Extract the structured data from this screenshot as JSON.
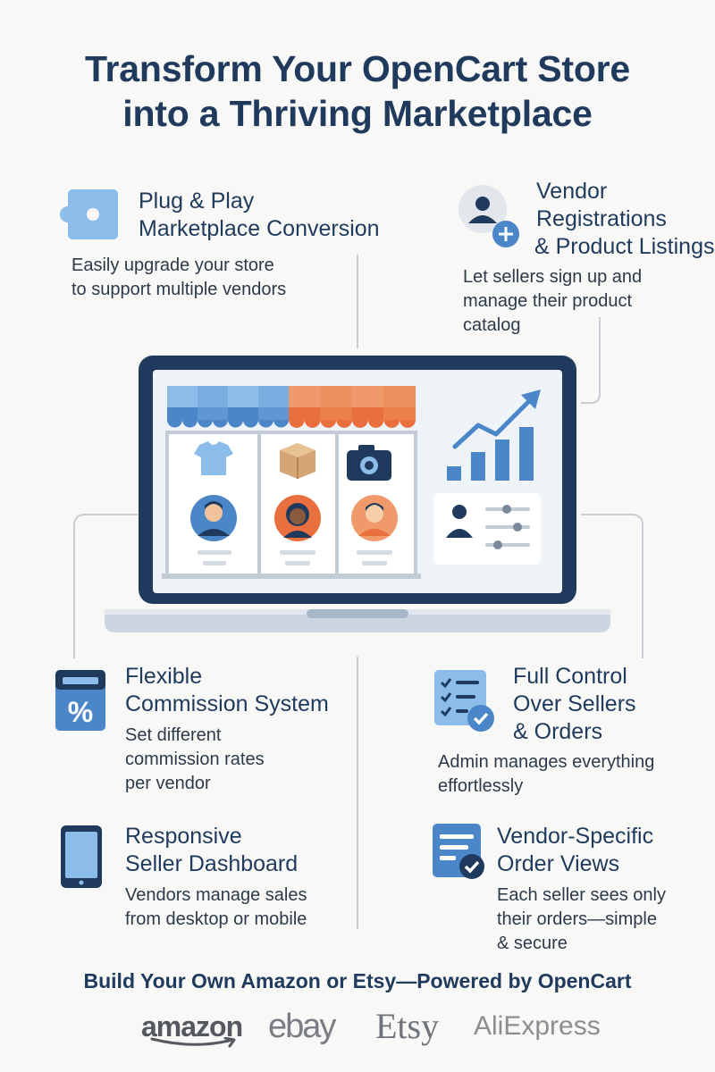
{
  "headline": {
    "line1": "Transform Your OpenCart Store",
    "line2": "into a Thriving Marketplace"
  },
  "features": {
    "plug_play": {
      "icon": "puzzle-icon",
      "title1": "Plug & Play",
      "title2": "Marketplace Conversion",
      "desc1": "Easily upgrade your store",
      "desc2": "to support multiple vendors"
    },
    "vendor_registration": {
      "icon": "user-add-icon",
      "title1": "Vendor",
      "title2": "Registrations",
      "title3": "& Product Listings",
      "desc1": "Let sellers sign up and",
      "desc2": "manage their product",
      "desc3": "catalog"
    },
    "commission": {
      "icon": "percent-calculator-icon",
      "title1": "Flexible",
      "title2": "Commission System",
      "desc1": "Set different",
      "desc2": "commission rates",
      "desc3": "per vendor"
    },
    "full_control": {
      "icon": "checklist-icon",
      "title1": "Full Control",
      "title2": "Over Sellers",
      "title3": "& Orders",
      "desc1": "Admin manages everything",
      "desc2": "effortlessly"
    },
    "dashboard": {
      "icon": "tablet-icon",
      "title1": "Responsive",
      "title2": "Seller Dashboard",
      "desc1": "Vendors manage sales",
      "desc2": "from desktop or mobile"
    },
    "order_views": {
      "icon": "order-document-icon",
      "title1": "Vendor-Specific",
      "title2": "Order Views",
      "desc1": "Each seller sees only",
      "desc2": "their orders—simple",
      "desc3": "& secure"
    }
  },
  "tagline": "Build Your Own Amazon or Etsy—Powered by OpenCart",
  "logos": {
    "amazon": "amazon",
    "ebay": "ebay",
    "etsy": "Etsy",
    "aliexpress": "AliExpress"
  },
  "colors": {
    "primary": "#1f3a5c",
    "accent_blue": "#4a86c8",
    "light_blue": "#8cbcea",
    "accent_orange": "#e9703e"
  }
}
